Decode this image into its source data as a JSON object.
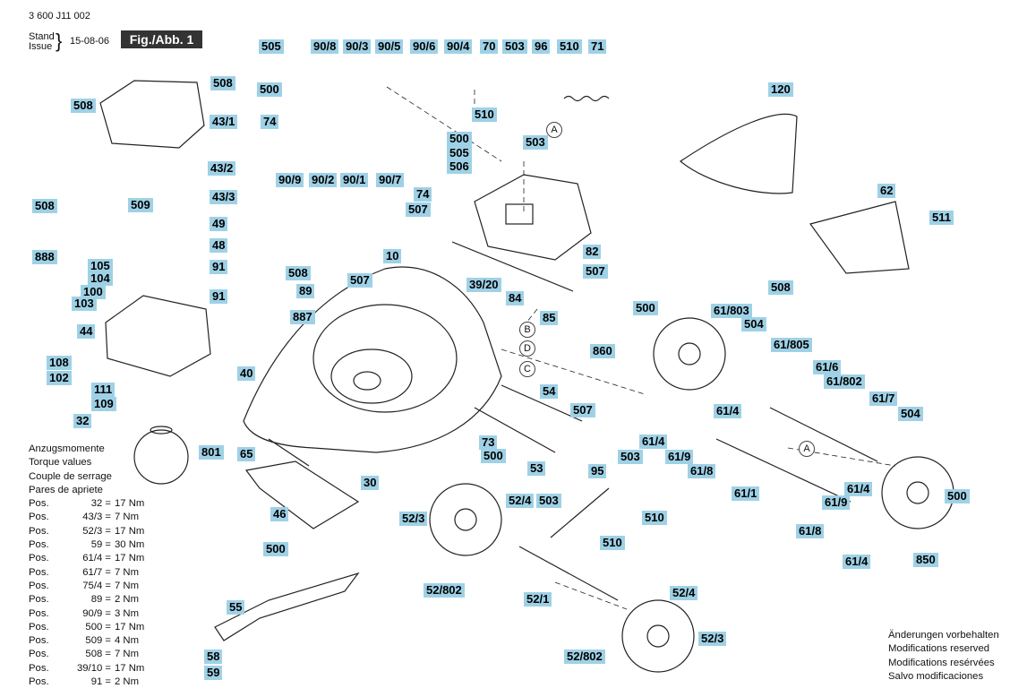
{
  "header": {
    "doc_number": "3 600 J11 002",
    "stand_label": "Stand",
    "issue_label": "Issue",
    "date": "15-08-06",
    "figure": "Fig./Abb. 1"
  },
  "labels": [
    "505",
    "90/8",
    "90/3",
    "90/5",
    "90/6",
    "90/4",
    "70",
    "503",
    "96",
    "510",
    "71",
    "508",
    "508",
    "43/1",
    "500",
    "74",
    "510",
    "503",
    "120",
    "43/2",
    "90/9",
    "90/2",
    "90/1",
    "90/7",
    "500",
    "505",
    "506",
    "43/3",
    "74",
    "508",
    "509",
    "49",
    "507",
    "62",
    "511",
    "48",
    "888",
    "91",
    "105",
    "104",
    "10",
    "82",
    "507",
    "91",
    "100",
    "508",
    "89",
    "507",
    "39/20",
    "84",
    "508",
    "103",
    "887",
    "85",
    "500",
    "61/803",
    "504",
    "44",
    "61/805",
    "860",
    "61/6",
    "108",
    "102",
    "40",
    "61/802",
    "111",
    "109",
    "61/7",
    "54",
    "507",
    "61/4",
    "504",
    "32",
    "61/4",
    "801",
    "73",
    "61/9",
    "500",
    "61/8",
    "503",
    "65",
    "53",
    "95",
    "61/1",
    "30",
    "52/4",
    "503",
    "61/4",
    "500",
    "52/3",
    "510",
    "46",
    "61/9",
    "61/8",
    "510",
    "500",
    "61/4",
    "850",
    "52/802",
    "52/1",
    "52/4",
    "55",
    "52/802",
    "52/3",
    "58",
    "59"
  ],
  "callouts": [
    "A",
    "B",
    "D",
    "C",
    "A"
  ],
  "torque": {
    "title_lines": [
      "Anzugsmomente",
      "Torque values",
      "Couple de serrage",
      "Pares de apriete"
    ],
    "rows": [
      {
        "pos": "Pos.",
        "part": "32",
        "value": "17 Nm"
      },
      {
        "pos": "Pos.",
        "part": "43/3",
        "value": "7 Nm"
      },
      {
        "pos": "Pos.",
        "part": "52/3",
        "value": "17 Nm"
      },
      {
        "pos": "Pos.",
        "part": "59",
        "value": "30 Nm"
      },
      {
        "pos": "Pos.",
        "part": "61/4",
        "value": "17 Nm"
      },
      {
        "pos": "Pos.",
        "part": "61/7",
        "value": "7 Nm"
      },
      {
        "pos": "Pos.",
        "part": "75/4",
        "value": "7 Nm"
      },
      {
        "pos": "Pos.",
        "part": "89",
        "value": "2 Nm"
      },
      {
        "pos": "Pos.",
        "part": "90/9",
        "value": "3 Nm"
      },
      {
        "pos": "Pos.",
        "part": "500",
        "value": "17 Nm"
      },
      {
        "pos": "Pos.",
        "part": "509",
        "value": "4 Nm"
      },
      {
        "pos": "Pos.",
        "part": "508",
        "value": "7 Nm"
      },
      {
        "pos": "Pos.",
        "part": "39/10",
        "value": "17 Nm"
      },
      {
        "pos": "Pos.",
        "part": "91",
        "value": "2 Nm"
      }
    ]
  },
  "notes": [
    "Änderungen vorbehalten",
    "Modifications reserved",
    "Modifications resérvées",
    "Salvo modificaciones"
  ],
  "colors": {
    "label_bg": "#9fd1e6",
    "fig_bg": "#333333"
  }
}
